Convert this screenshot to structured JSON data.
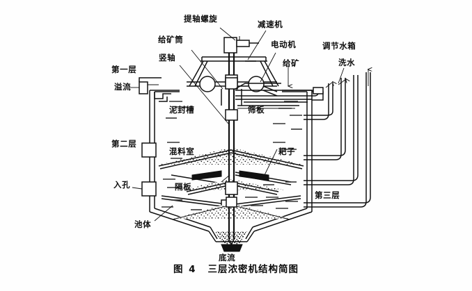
{
  "figure": {
    "caption_prefix": "图 4",
    "caption_title": "三层浓密机结构简图",
    "caption_full": "图 4  三层浓密机结构简图"
  },
  "labels": {
    "lift_screw": "提轴螺旋",
    "reducer": "减速机",
    "feed_cylinder": "给矿筒",
    "motor": "电动机",
    "vertical_shaft": "竖轴",
    "ore_feed": "给矿",
    "regulating_water_tank": "调节水箱",
    "wash_water": "洗水",
    "layer_first": "第一层",
    "overflow": "溢流",
    "mud_seal_tank": "泥封槽",
    "sieve_plate": "筛板",
    "layer_second": "第二层",
    "mixing_chamber": "混料室",
    "rake": "耙子",
    "manhole": "入孔",
    "partition_plate": "隔板",
    "layer_third": "第三层",
    "tank_body": "池体",
    "underflow": "底流"
  },
  "colors": {
    "line": "#111111",
    "background": "#ffffff",
    "text": "#0d0d0d",
    "solid_fill": "#111111"
  },
  "structure": {
    "layer_count": 3,
    "wash_water_pipe_count": 4,
    "manhole_count": 2,
    "gear_wheel_count": 2
  }
}
